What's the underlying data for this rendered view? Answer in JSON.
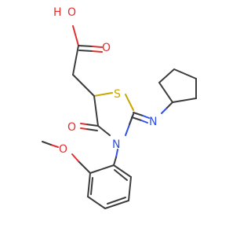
{
  "atoms": {
    "o_carbonyl_acid": "O",
    "o_hydroxyl": "O",
    "h_hydroxyl": "H",
    "s_ring": "S",
    "o_ring_carbonyl": "O",
    "n_ring": "N",
    "n_imine": "N",
    "o_methoxy": "O"
  },
  "colors": {
    "bond": "#3c3c3c",
    "oxygen": "#e03030",
    "nitrogen": "#3050e8",
    "sulfur": "#c8a800"
  }
}
